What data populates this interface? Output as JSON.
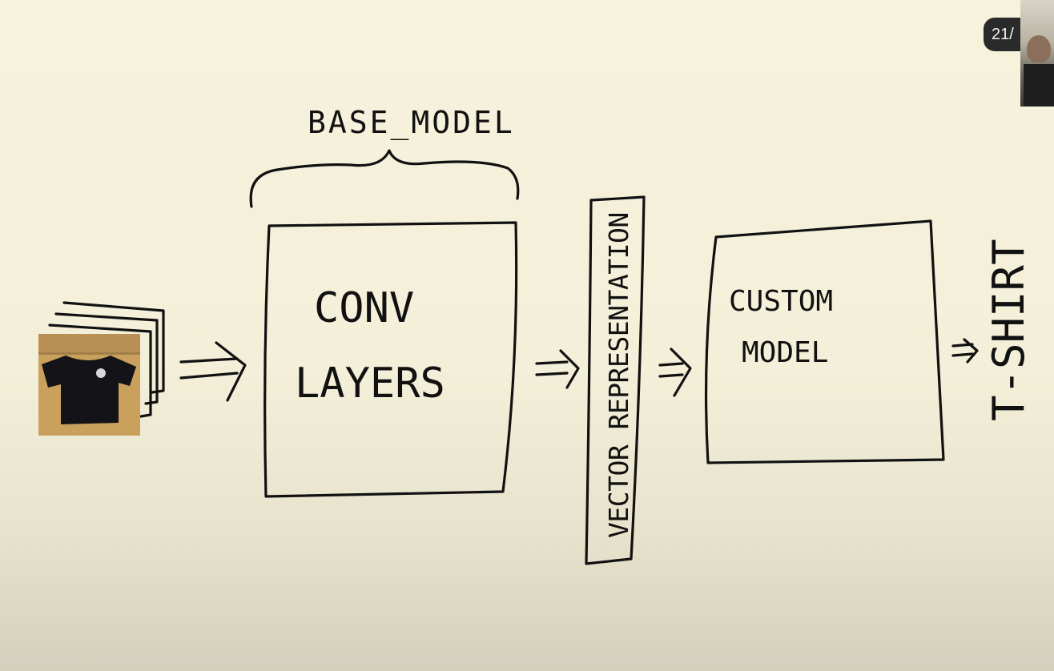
{
  "slide": {
    "counter": "21/"
  },
  "diagram": {
    "brace_label": "BASE_MODEL",
    "conv_box": {
      "line1": "CONV",
      "line2": "LAYERS"
    },
    "vector_label": "VECTOR REPRESENTATION",
    "custom_box": {
      "line1": "CUSTOM",
      "line2": "MODEL"
    },
    "output_label": "T-SHIRT"
  },
  "icons": {
    "input_image": "tshirt-photo-stack",
    "webcam": "webcam-thumbnail"
  }
}
